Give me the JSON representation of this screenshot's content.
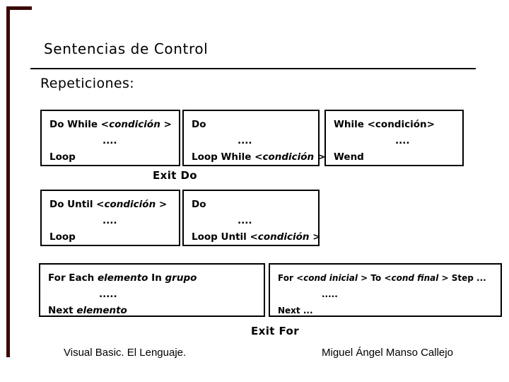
{
  "slide": {
    "title": "Sentencias de Control",
    "subtitle": "Repeticiones:",
    "exit_do": "Exit Do",
    "exit_for": "Exit For",
    "footer_left": "Visual Basic. El Lenguaje.",
    "footer_right": "Miguel Ángel Manso Callejo",
    "accent_color": "#3a0604",
    "text_color": "#000000",
    "background_color": "#ffffff"
  },
  "boxes": {
    "do_while": {
      "l1a": "Do While ",
      "l1b": "<condición >",
      "l2": "....",
      "l3": "Loop"
    },
    "do_loop_while": {
      "l1": "Do",
      "l2": "....",
      "l3a": "Loop While ",
      "l3b": "<condición >"
    },
    "while_wend": {
      "l1": "While <condición>",
      "l2": "....",
      "l3": "Wend"
    },
    "do_until": {
      "l1a": "Do Until ",
      "l1b": "<condición >",
      "l2": "....",
      "l3": "Loop"
    },
    "do_loop_until": {
      "l1": "Do",
      "l2": "....",
      "l3a": "Loop Until ",
      "l3b": "<condición >"
    },
    "for_each": {
      "l1a": "For Each ",
      "l1b": "elemento",
      "l1c": " In ",
      "l1d": "grupo",
      "l2": ".....",
      "l3a": "Next ",
      "l3b": "elemento"
    },
    "for_step": {
      "l1a": "For ",
      "l1b": "<cond inicial >",
      "l1c": " To ",
      "l1d": "<cond final >",
      "l1e": " Step ...",
      "l2": ".....",
      "l3": "Next ..."
    }
  }
}
